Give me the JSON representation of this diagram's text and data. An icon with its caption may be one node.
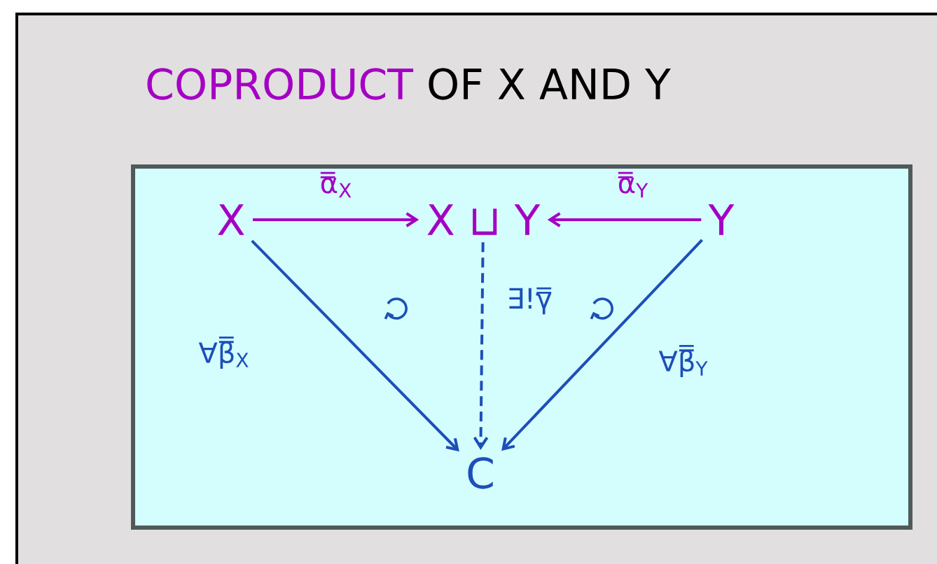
{
  "diagram": {
    "title": "**COPRODUCT** OF X AND Y",
    "nodes": [
      {
        "text": [],
        "shape": "box"
      },
      {
        "text": [
          "X"
        ],
        "in": 0
      },
      {
        "text": [
          "X ⊔ Y"
        ],
        "in": 0
      },
      {
        "text": [
          "Y"
        ],
        "in": 0
      },
      {
        "text": [
          "C"
        ],
        "in": 0
      }
    ],
    "edges": [
      {
        "from": 1,
        "to": 2,
        "arrow": "to",
        "label": "α̿$_{X}$",
        "color": "#a400c4"
      },
      {
        "from": 3,
        "to": 2,
        "arrow": "to",
        "label": "α̿$_{Y}$",
        "color": "#a400c4"
      },
      {
        "from": 1,
        "to": 4,
        "arrow": "to",
        "label": "∀β̿$_{X}$"
      },
      {
        "from": 2,
        "to": 4,
        "arrow": "to",
        "label": "∃!γ̿",
        "style": "dashed"
      },
      {
        "from": 3,
        "to": 4,
        "arrow": "to",
        "label": "∀β̿$_{Y}$"
      }
    ]
  }
}
